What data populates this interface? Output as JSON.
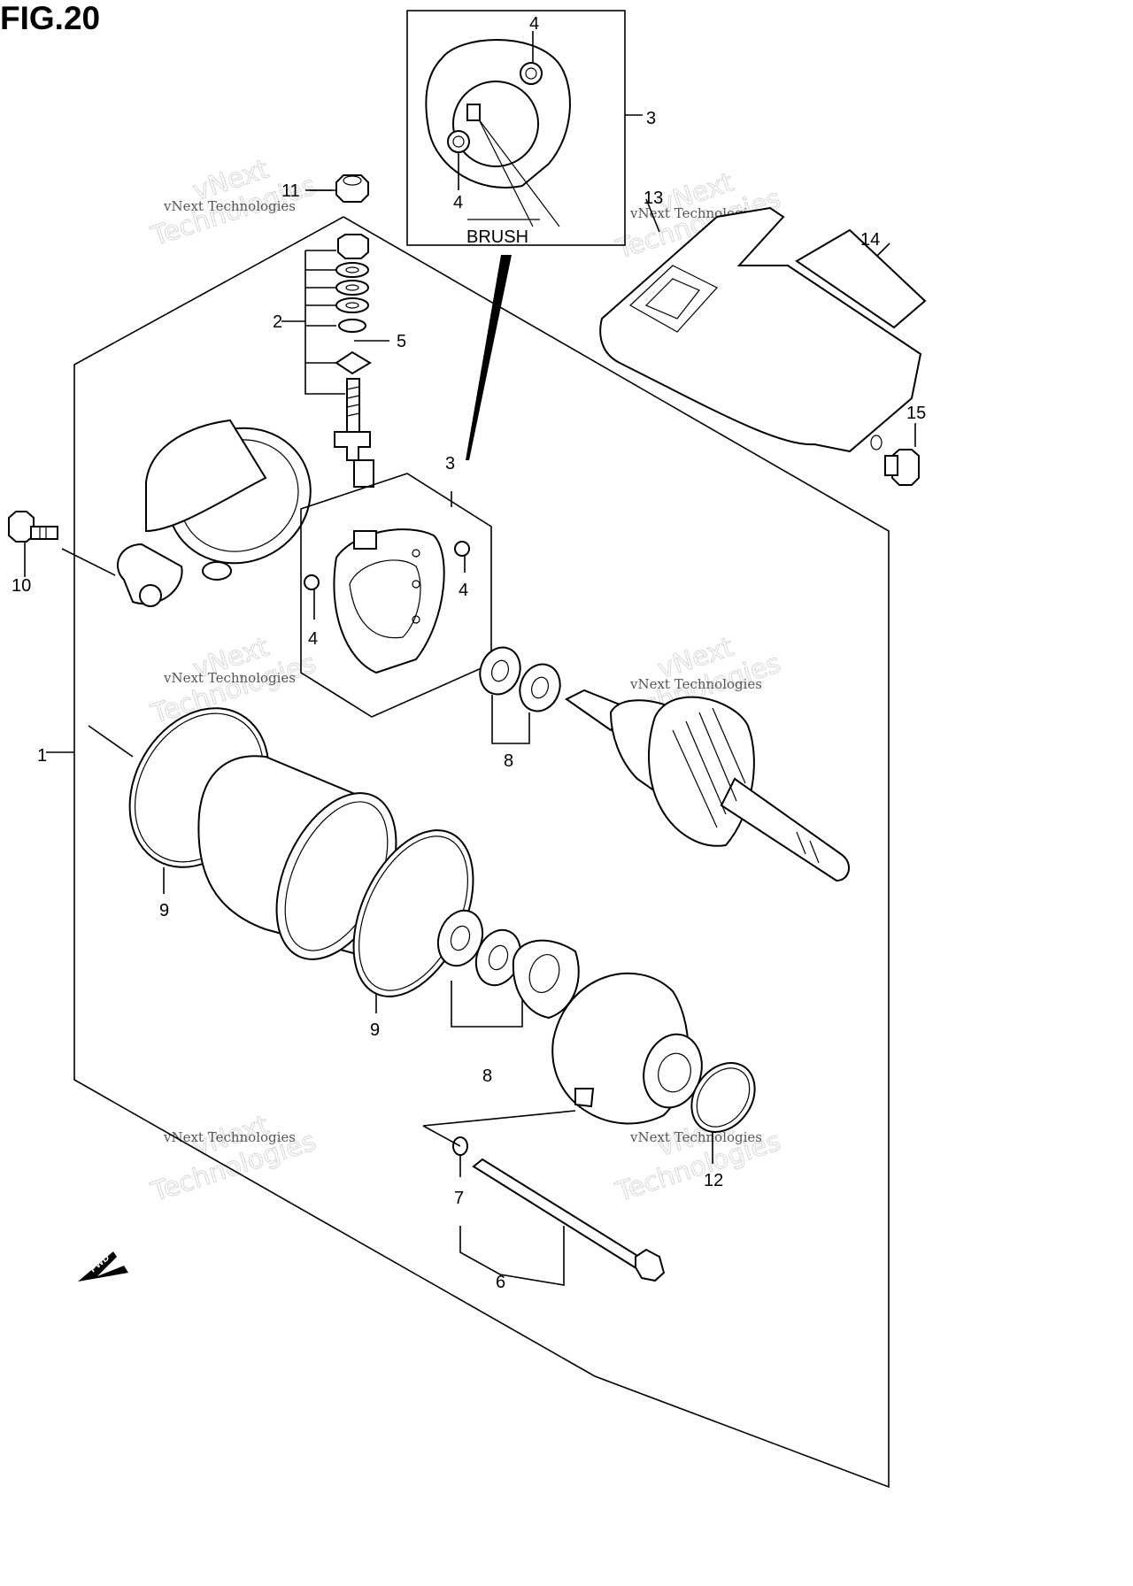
{
  "figure": {
    "title": "FIG.20",
    "inset_label": "BRUSH",
    "fwd_label": "FWD"
  },
  "callouts": [
    {
      "id": "c1",
      "text": "1"
    },
    {
      "id": "c2",
      "text": "2"
    },
    {
      "id": "c3a",
      "text": "3"
    },
    {
      "id": "c3b",
      "text": "3"
    },
    {
      "id": "c4a",
      "text": "4"
    },
    {
      "id": "c4b",
      "text": "4"
    },
    {
      "id": "c4c",
      "text": "4"
    },
    {
      "id": "c4d",
      "text": "4"
    },
    {
      "id": "c5",
      "text": "5"
    },
    {
      "id": "c6",
      "text": "6"
    },
    {
      "id": "c7",
      "text": "7"
    },
    {
      "id": "c8a",
      "text": "8"
    },
    {
      "id": "c8b",
      "text": "8"
    },
    {
      "id": "c9a",
      "text": "9"
    },
    {
      "id": "c9b",
      "text": "9"
    },
    {
      "id": "c10",
      "text": "10"
    },
    {
      "id": "c11",
      "text": "11"
    },
    {
      "id": "c12",
      "text": "12"
    },
    {
      "id": "c13",
      "text": "13"
    },
    {
      "id": "c14",
      "text": "14"
    },
    {
      "id": "c15",
      "text": "15"
    }
  ],
  "watermark": {
    "line1": "vNext",
    "line2": "Technologies",
    "small": "vNext Technologies"
  }
}
